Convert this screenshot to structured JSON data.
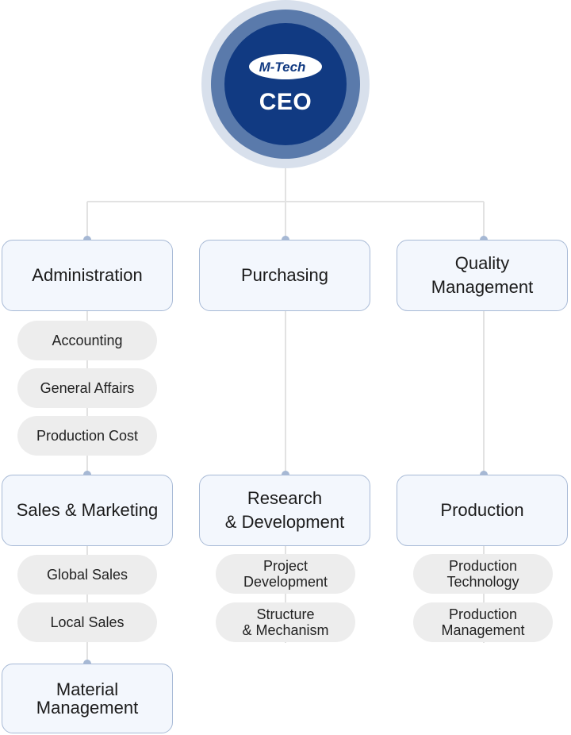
{
  "ceo": {
    "logo_text": "M-Tech",
    "title": "CEO"
  },
  "departments": {
    "administration": {
      "label": "Administration"
    },
    "purchasing": {
      "label": "Purchasing"
    },
    "quality": {
      "label_line1": "Quality",
      "label_line2": "Management"
    },
    "sales": {
      "label": "Sales & Marketing"
    },
    "rnd": {
      "label_line1": "Research",
      "label_line2": "& Development"
    },
    "production": {
      "label": "Production"
    },
    "material": {
      "label_line1": "Material",
      "label_line2": "Management"
    }
  },
  "teams": {
    "accounting": "Accounting",
    "general_affairs": "General Affairs",
    "production_cost": "Production Cost",
    "global_sales": "Global Sales",
    "local_sales": "Local Sales",
    "project_dev": {
      "line1": "Project",
      "line2": "Development"
    },
    "structure": {
      "line1": "Structure",
      "line2": "& Mechanism"
    },
    "prod_tech": {
      "line1": "Production",
      "line2": "Technology"
    },
    "prod_mgmt": {
      "line1": "Production",
      "line2": "Management"
    }
  },
  "colors": {
    "ceo_core": "#113a82",
    "ceo_ring": "#5a7aab",
    "ceo_halo": "#d8e0ec",
    "box_border": "#a8bad6",
    "box_fill": "#f3f7fd",
    "pill_fill": "#ededed",
    "connector": "#e2e2e2"
  }
}
